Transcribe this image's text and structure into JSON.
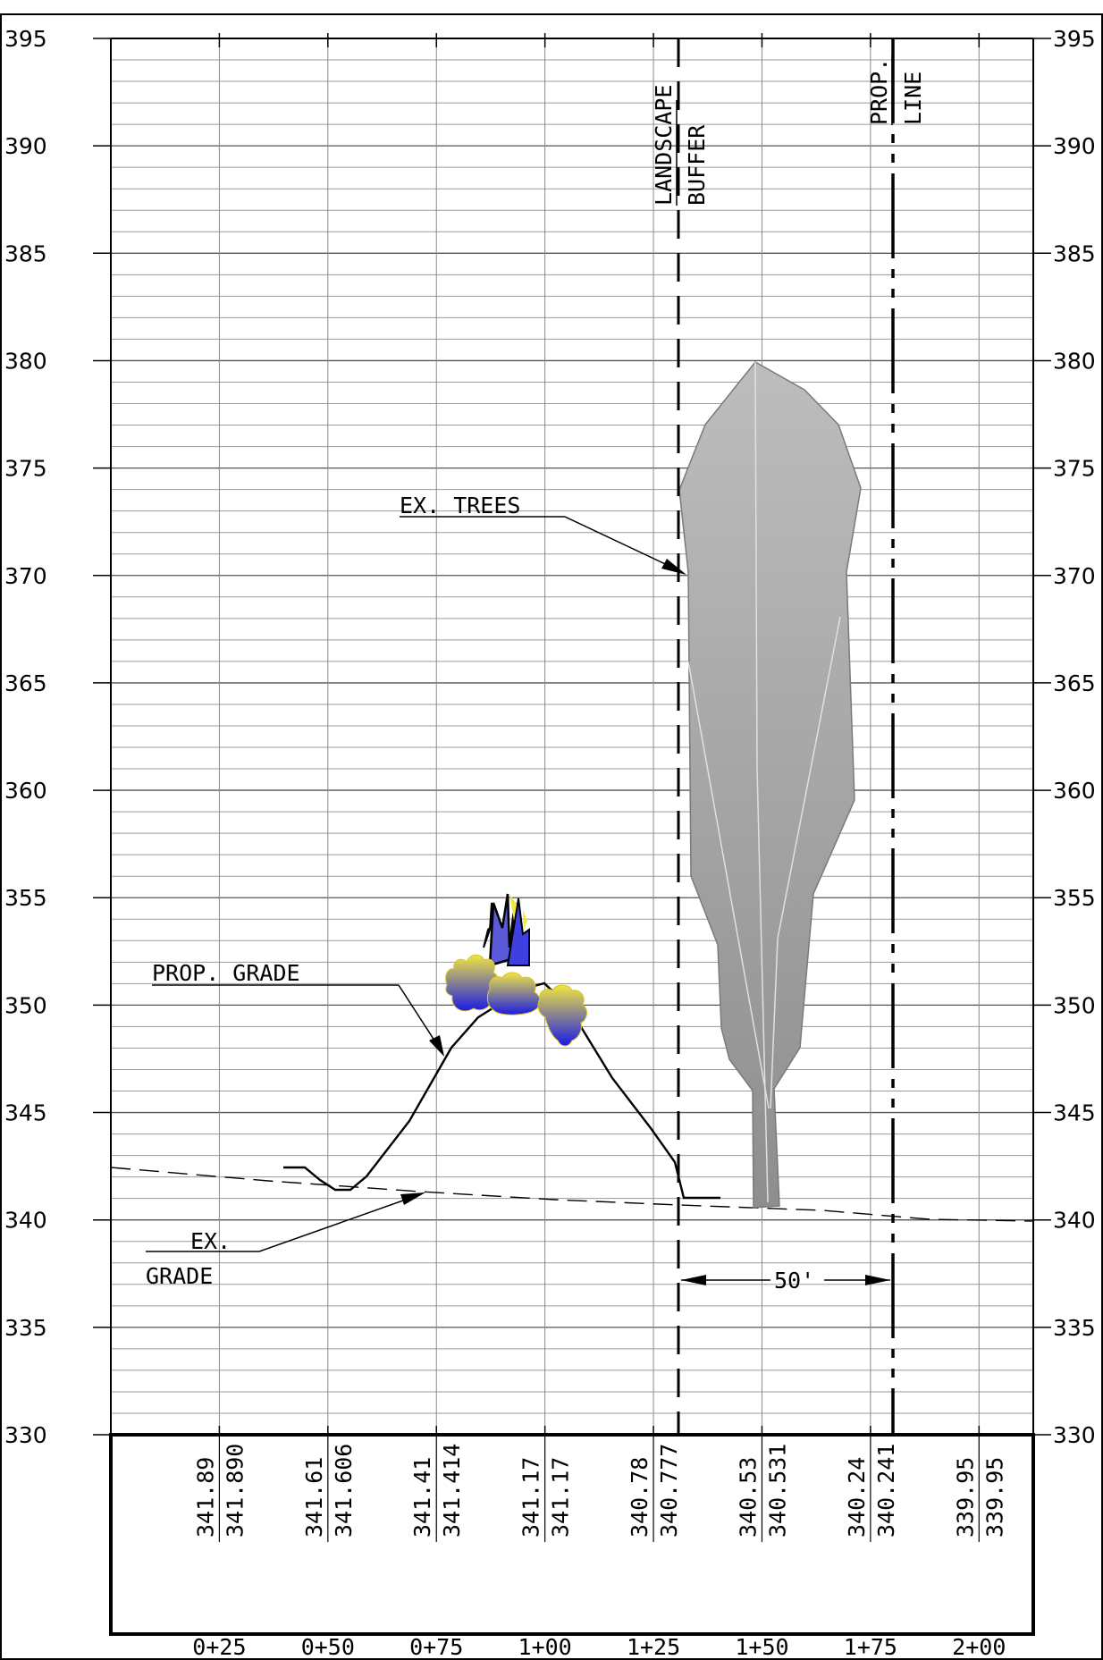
{
  "y_axis": {
    "min": 330,
    "max": 395,
    "major_step": 5,
    "minor_step": 1,
    "labels": [
      "395",
      "390",
      "385",
      "380",
      "375",
      "370",
      "365",
      "360",
      "355",
      "350",
      "345",
      "340",
      "335",
      "330"
    ]
  },
  "stations": [
    {
      "label": "0+25",
      "existing": "341.89",
      "proposed": "341.890"
    },
    {
      "label": "0+50",
      "existing": "341.61",
      "proposed": "341.606"
    },
    {
      "label": "0+75",
      "existing": "341.41",
      "proposed": "341.414"
    },
    {
      "label": "1+00",
      "existing": "341.17",
      "proposed": "341.17"
    },
    {
      "label": "1+25",
      "existing": "340.78",
      "proposed": "340.777"
    },
    {
      "label": "1+50",
      "existing": "340.53",
      "proposed": "340.531"
    },
    {
      "label": "1+75",
      "existing": "340.24",
      "proposed": "340.241"
    },
    {
      "label": "2+00",
      "existing": "339.95",
      "proposed": "339.95"
    }
  ],
  "callouts": {
    "landscape_buffer": [
      "LANDSCAPE",
      "BUFFER"
    ],
    "prop_line": [
      "PROP.",
      "LINE"
    ],
    "ex_trees": "EX. TREES",
    "prop_grade": "PROP. GRADE",
    "ex_grade": [
      "EX.",
      "GRADE"
    ],
    "dimension": "50'"
  },
  "colors": {
    "line": "#000000",
    "grid": "#9a9a9a",
    "tree_fill": "#a8a8a8",
    "shrub_yellow": "#f0e640",
    "shrub_blue": "#1a1ae6"
  }
}
